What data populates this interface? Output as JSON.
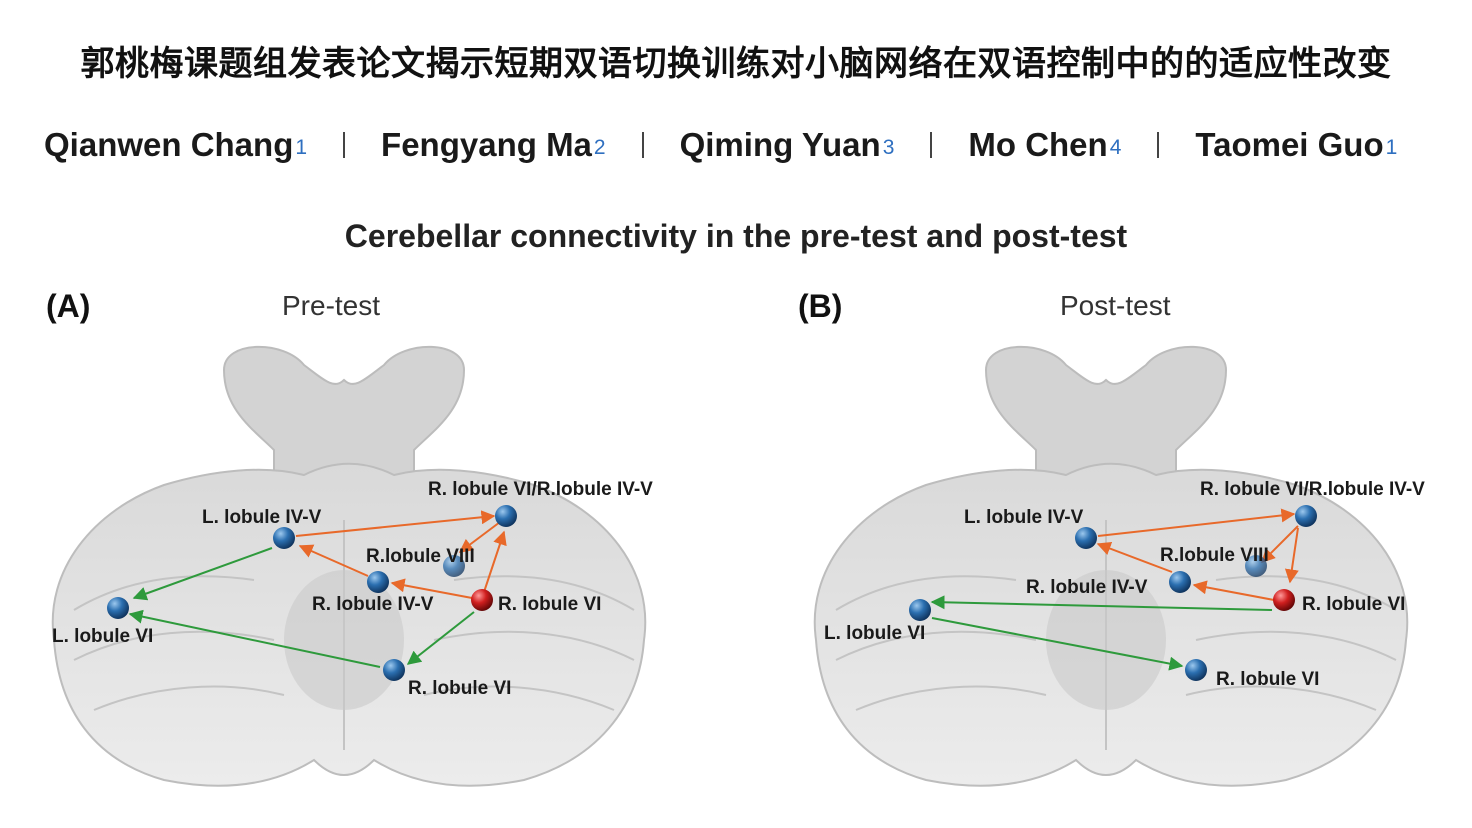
{
  "headline": "郭桃梅课题组发表论文揭示短期双语切换训练对小脑网络在双语控制中的的适应性改变",
  "authors": [
    {
      "name": "Qianwen Chang",
      "aff": "1"
    },
    {
      "name": "Fengyang Ma",
      "aff": "2"
    },
    {
      "name": "Qiming Yuan",
      "aff": "3"
    },
    {
      "name": "Mo Chen",
      "aff": "4"
    },
    {
      "name": "Taomei Guo",
      "aff": "1"
    }
  ],
  "figure_title": "Cerebellar connectivity in the pre-test and post-test",
  "colors": {
    "positive": "#e8692a",
    "negative": "#2e9a3c",
    "seed": "#d01f1f",
    "node": "#2b6fb0"
  },
  "panels": [
    {
      "letter": "(A)",
      "name": "Pre-test",
      "labels": {
        "r_vi_ivv": "R. lobule VI/R.lobule IV-V",
        "l_ivv": "L. lobule IV-V",
        "r_viii": "R.lobule VIII",
        "r_ivv": "R. lobule IV-V",
        "seed": "R. lobule VI",
        "l_vi": "L. lobule VI",
        "r_vi": "R. lobule VI"
      }
    },
    {
      "letter": "(B)",
      "name": "Post-test",
      "labels": {
        "r_vi_ivv": "R. lobule VI/R.lobule IV-V",
        "l_ivv": "L. lobule IV-V",
        "r_viii": "R.lobule VIII",
        "r_ivv": "R. lobule IV-V",
        "seed": "R. lobule VI",
        "l_vi": "L. lobule VI",
        "r_vi": "R. lobule VI"
      }
    }
  ]
}
